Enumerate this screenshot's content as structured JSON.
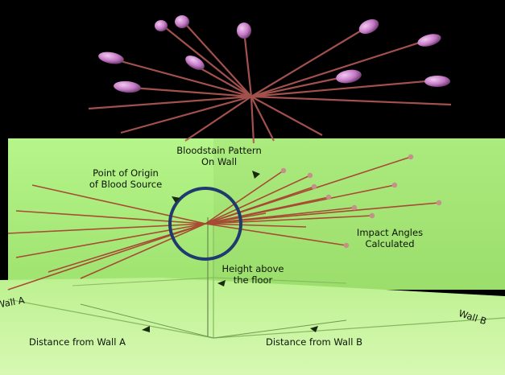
{
  "labels": {
    "bloodstain_pattern": {
      "line1": "Bloodstain Pattern",
      "line2": "On Wall"
    },
    "point_of_origin": {
      "line1": "Point of Origin",
      "line2": "of Blood Source"
    },
    "impact_angles": {
      "line1": "Impact Angles",
      "line2": "Calculated"
    },
    "height_above_floor": {
      "line1": "Height above",
      "line2": "the floor"
    },
    "distance_wall_a": "Distance from Wall A",
    "distance_wall_b": "Distance from Wall B",
    "wall_a": "Wall A",
    "wall_b": "Wall B"
  },
  "colors": {
    "background_top": "#000000",
    "wall_green": "#a6ef7a",
    "floor_green": "#c4f396",
    "trajectory_red": "#a83a2c",
    "stain_purple": "#c57ac6",
    "origin_circle": "#1f3a6e"
  },
  "icons": {
    "stain_marker": "stain-marker-icon",
    "arrow_pointer": "arrow-pointer-icon"
  }
}
